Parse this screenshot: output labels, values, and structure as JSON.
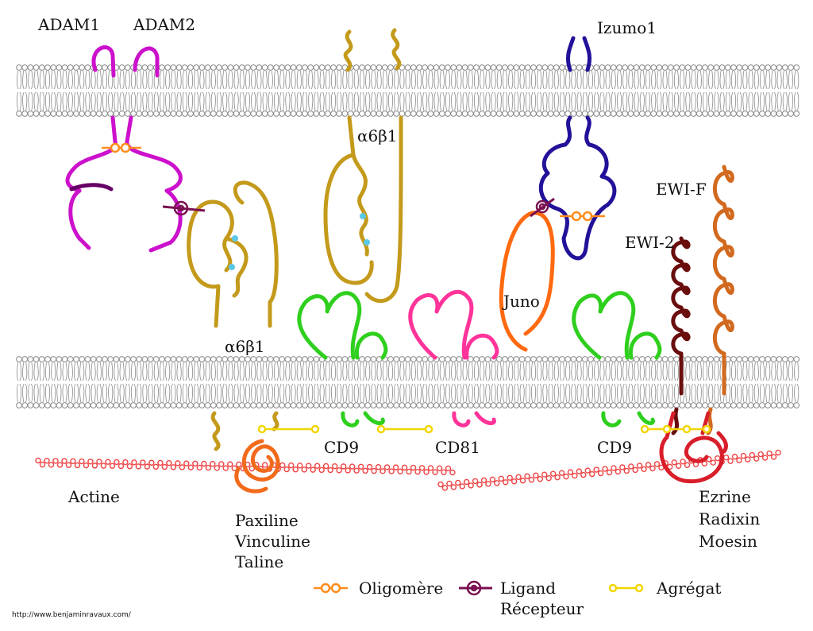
{
  "labels": {
    "adam1": "ADAM1",
    "adam2": "ADAM2",
    "izumo1": "Izumo1",
    "integrin_top": "α6β1",
    "integrin_left": "α6β1",
    "ewi_f": "EWI-F",
    "ewi_2": "EWI-2",
    "juno": "Juno",
    "cd9_left": "CD9",
    "cd81": "CD81",
    "cd9_right": "CD9",
    "actine": "Actine",
    "focal_1": "Paxiline",
    "focal_2": "Vinculine",
    "focal_3": "Taline",
    "erm_1": "Ezrine",
    "erm_2": "Radixin",
    "erm_3": "Moesin"
  },
  "legend": {
    "oligomer": "Oligomère",
    "ligand": "Ligand",
    "receptor": "Récepteur",
    "aggregate": "Agrégat"
  },
  "source_url": "http://www.benjaminravaux.com/",
  "colors": {
    "adam": "#cc11cc",
    "adam_dark": "#660066",
    "integrin": "#c49a1b",
    "izumo": "#221199",
    "juno": "#ff6a10",
    "cd9": "#2fcf1e",
    "cd81": "#ff3399",
    "ewi2": "#6a0d0d",
    "ewif": "#d2691e",
    "ligand": "#7a1050",
    "oligomer": "#ff8c1a",
    "aggregate": "#f2d600",
    "actin": "#ee4444",
    "erm": "#d81e2a",
    "focal": "#f26a1b",
    "membrane": "#8a8a8a",
    "binding_site": "#5bc8e8"
  }
}
